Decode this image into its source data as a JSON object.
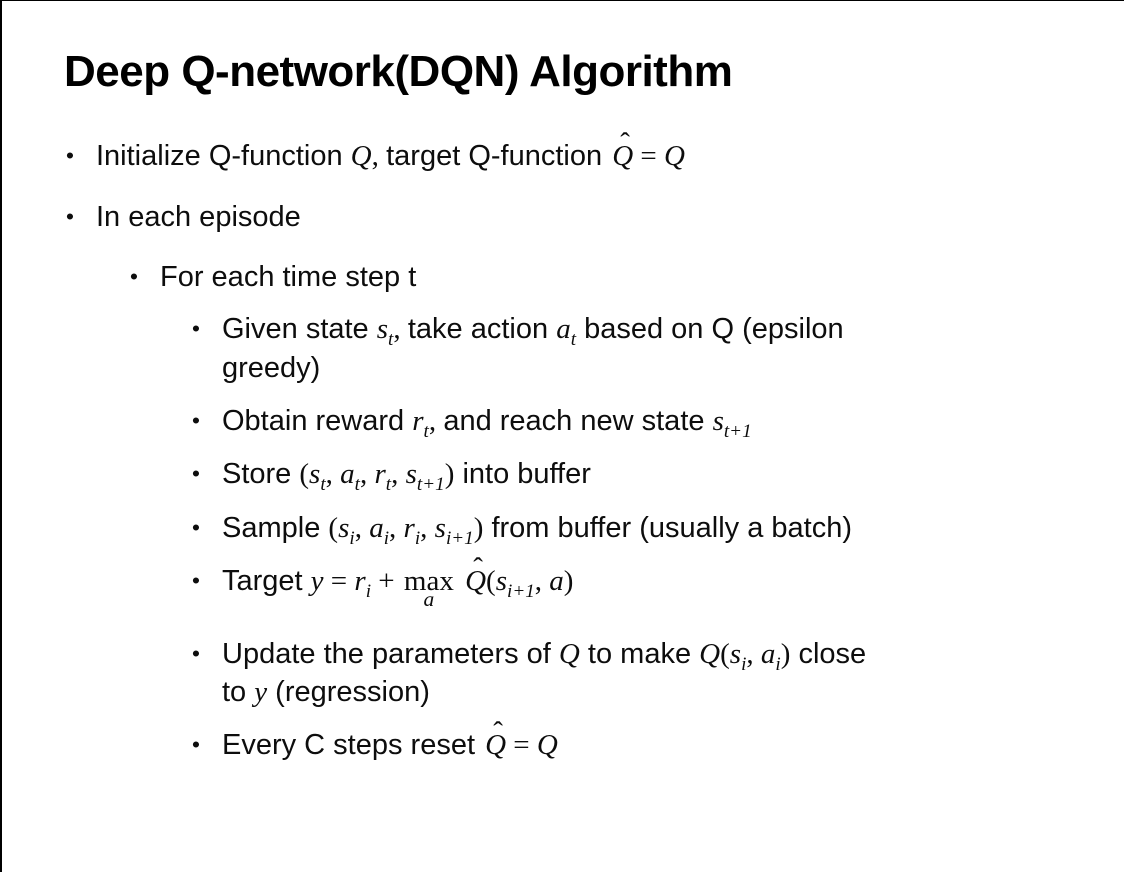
{
  "slide": {
    "title": "Deep Q-network(DQN) Algorithm",
    "background": "#ffffff",
    "text_color": "#0d0d0d",
    "border_color": "#000000",
    "bullet_glyph": "•"
  },
  "bullets": [
    {
      "level": 1,
      "segments": [
        {
          "t": "Initialize Q-function "
        },
        {
          "m": "Q"
        },
        {
          "o": ", "
        },
        {
          "t": "target Q-function "
        },
        {
          "hat": "Q"
        },
        {
          "o": " = "
        },
        {
          "m": "Q"
        }
      ]
    },
    {
      "level": 1,
      "segments": [
        {
          "t": "In each episode"
        }
      ]
    },
    {
      "level": 2,
      "segments": [
        {
          "t": "For each time step t"
        }
      ]
    },
    {
      "level": 3,
      "segments": [
        {
          "t": "Given state "
        },
        {
          "m": "s",
          "sub": "t"
        },
        {
          "o": ", "
        },
        {
          "t": "take action "
        },
        {
          "m": "a",
          "sub": "t"
        },
        {
          "t": " based on Q (epsilon"
        },
        {
          "br": true
        },
        {
          "t": "greedy)"
        }
      ]
    },
    {
      "level": 3,
      "segments": [
        {
          "t": "Obtain reward "
        },
        {
          "m": "r",
          "sub": "t"
        },
        {
          "o": ", "
        },
        {
          "t": "and reach new state "
        },
        {
          "m": "s",
          "sub": "t+1"
        }
      ]
    },
    {
      "level": 3,
      "segments": [
        {
          "t": "Store "
        },
        {
          "o": "("
        },
        {
          "m": "s",
          "sub": "t"
        },
        {
          "o": ", "
        },
        {
          "m": "a",
          "sub": "t"
        },
        {
          "o": ", "
        },
        {
          "m": "r",
          "sub": "t"
        },
        {
          "o": ", "
        },
        {
          "m": "s",
          "sub": "t+1"
        },
        {
          "o": ")"
        },
        {
          "t": " into buffer"
        }
      ]
    },
    {
      "level": 3,
      "segments": [
        {
          "t": "Sample "
        },
        {
          "o": "("
        },
        {
          "m": "s",
          "sub": "i"
        },
        {
          "o": ", "
        },
        {
          "m": "a",
          "sub": "i"
        },
        {
          "o": ", "
        },
        {
          "m": "r",
          "sub": "i"
        },
        {
          "o": ", "
        },
        {
          "m": "s",
          "sub": "i+1"
        },
        {
          "o": ")"
        },
        {
          "t": " from buffer (usually a batch)"
        }
      ]
    },
    {
      "level": 3,
      "gap": "large",
      "segments": [
        {
          "t": "Target "
        },
        {
          "m": "y"
        },
        {
          "o": " = "
        },
        {
          "m": "r",
          "sub": "i"
        },
        {
          "o": " + "
        },
        {
          "maxop": {
            "fn": "max",
            "under": "a"
          }
        },
        {
          "o": " "
        },
        {
          "hat": "Q"
        },
        {
          "o": "("
        },
        {
          "m": "s",
          "sub": "i+1"
        },
        {
          "o": ", "
        },
        {
          "m": "a"
        },
        {
          "o": ")"
        }
      ]
    },
    {
      "level": 3,
      "segments": [
        {
          "t": "Update the parameters of "
        },
        {
          "m": "Q"
        },
        {
          "t": " to make "
        },
        {
          "m": "Q"
        },
        {
          "o": "("
        },
        {
          "m": "s",
          "sub": "i"
        },
        {
          "o": ", "
        },
        {
          "m": "a",
          "sub": "i"
        },
        {
          "o": ")"
        },
        {
          "t": " close"
        },
        {
          "br": true
        },
        {
          "t": "to "
        },
        {
          "m": "y"
        },
        {
          "t": " (regression)"
        }
      ]
    },
    {
      "level": 3,
      "segments": [
        {
          "t": "Every C steps reset "
        },
        {
          "hat": "Q"
        },
        {
          "o": " = "
        },
        {
          "m": "Q"
        }
      ]
    }
  ]
}
